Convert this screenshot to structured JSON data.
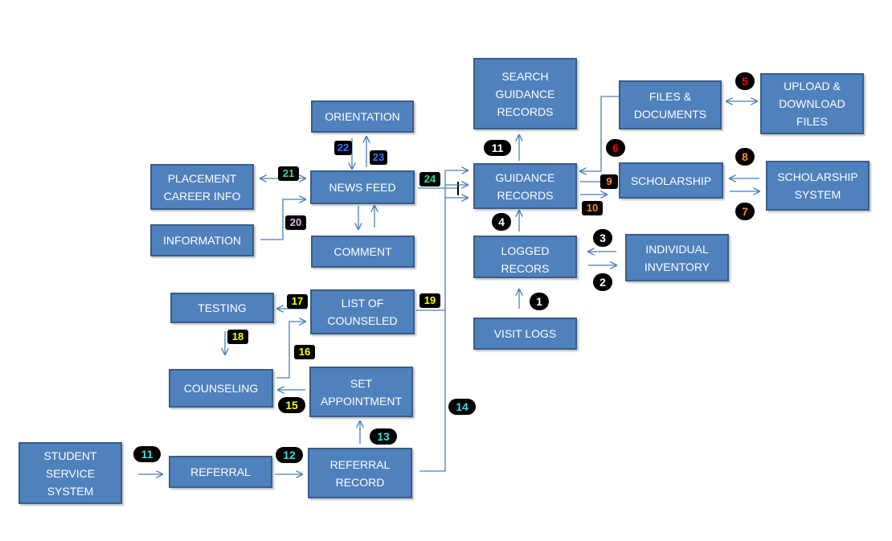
{
  "nodes": {
    "search_guidance": "SEARCH\nGUIDANCE\nRECORDS",
    "files_documents": "FILES &\nDOCUMENTS",
    "upload_download": "UPLOAD &\nDOWNLOAD\nFILES",
    "orientation": "ORIENTATION",
    "placement": "PLACEMENT\nCAREER INFO",
    "news_feed": "NEWS FEED",
    "guidance_records": "GUIDANCE\nRECORDS",
    "scholarship": "SCHOLARSHIP",
    "scholarship_system": "SCHOLARSHIP\nSYSTEM",
    "information": "INFORMATION",
    "comment": "COMMENT",
    "logged_records": "LOGGED\nRECORS",
    "individual_inventory": "INDIVIDUAL\nINVENTORY",
    "testing": "TESTING",
    "list_counseled": "LIST OF\nCOUNSELED",
    "visit_logs": "VISIT LOGS",
    "counseling": "COUNSELING",
    "set_appointment": "SET\nAPPOINTMENT",
    "student_service": "STUDENT\nSERVICE\nSYSTEM",
    "referral": "REFERRAL",
    "referral_record": "REFERRAL\nRECORD"
  },
  "badges": {
    "b1": "1",
    "b2": "2",
    "b3": "3",
    "b4": "4",
    "b5": "5",
    "b6": "6",
    "b7": "7",
    "b8": "8",
    "b9": "9",
    "b10": "10",
    "b11_top": "11",
    "b11_bottom": "11",
    "b12": "12",
    "b13": "13",
    "b14": "14",
    "b15": "15",
    "b16": "16",
    "b17": "17",
    "b18": "18",
    "b19": "19",
    "b20": "20",
    "b21": "21",
    "b22": "22",
    "b23": "23",
    "b24": "24"
  },
  "colors": {
    "box_fill": "#4f81bd",
    "box_border": "#385d8a",
    "connector": "#4a7ebb",
    "badge_bg": "#000000",
    "badge_white": "#ffffff",
    "badge_red": "#ff0000",
    "badge_orange": "#ff8c1a",
    "badge_yellow": "#ffff00",
    "badge_cyan": "#33e0e0",
    "badge_pink": "#e8b4e8",
    "badge_blue": "#3377ff",
    "badge_green": "#33dd88"
  }
}
